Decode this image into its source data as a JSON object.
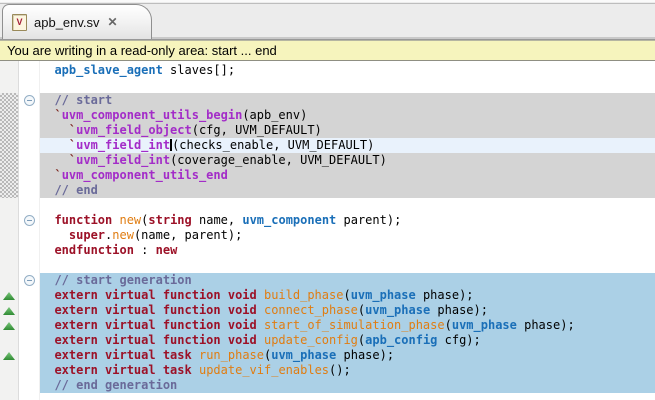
{
  "tab": {
    "title": "apb_env.sv",
    "close_icon": "✕",
    "file_icon": "sv-file-icon",
    "file_icon_letter": "V"
  },
  "warning": {
    "text": "You are writing in a read-only area: start ... end"
  },
  "colors": {
    "readonly_block_bg": "#d4d4d4",
    "selection_block_bg": "#abd0e6",
    "current_line_bg": "#e9f2fc",
    "warning_bg": "#f6f4bd",
    "keyword": "#9c1127",
    "type": "#1a6fb8",
    "function_name": "#e07d12",
    "macro": "#a32cc8",
    "comment": "#6a6a99",
    "override_marker": "#2f8b33"
  },
  "editor": {
    "lines": [
      {
        "tokens": [
          [
            "p",
            "  "
          ],
          [
            "type",
            "apb_slave_agent"
          ],
          [
            "p",
            " slaves[];"
          ]
        ]
      },
      {
        "tokens": []
      },
      {
        "region": "gray",
        "gutter": "fold",
        "tokens": [
          [
            "p",
            "  "
          ],
          [
            "c",
            "// start"
          ]
        ]
      },
      {
        "region": "gray",
        "tokens": [
          [
            "p",
            "  "
          ],
          [
            "tick",
            "`"
          ],
          [
            "m",
            "uvm_component_utils_begin"
          ],
          [
            "p",
            "(apb_env)"
          ]
        ]
      },
      {
        "region": "gray",
        "tokens": [
          [
            "p",
            "    "
          ],
          [
            "tick",
            "`"
          ],
          [
            "m",
            "uvm_field_object"
          ],
          [
            "p",
            "(cfg, UVM_DEFAULT)"
          ]
        ]
      },
      {
        "region": "gray",
        "current": true,
        "tokens": [
          [
            "p",
            "    "
          ],
          [
            "tick",
            "`"
          ],
          [
            "m",
            "uvm_field_int"
          ],
          [
            "cursor",
            ""
          ],
          [
            "p",
            "(checks_enable, UVM_DEFAULT)"
          ]
        ]
      },
      {
        "region": "gray",
        "tokens": [
          [
            "p",
            "    "
          ],
          [
            "tick",
            "`"
          ],
          [
            "m",
            "uvm_field_int"
          ],
          [
            "p",
            "(coverage_enable, UVM_DEFAULT)"
          ]
        ]
      },
      {
        "region": "gray",
        "tokens": [
          [
            "p",
            "  "
          ],
          [
            "tick",
            "`"
          ],
          [
            "m",
            "uvm_component_utils_end"
          ]
        ]
      },
      {
        "region": "gray",
        "tokens": [
          [
            "p",
            "  "
          ],
          [
            "c",
            "// end"
          ]
        ]
      },
      {
        "tokens": []
      },
      {
        "gutter": "fold",
        "tokens": [
          [
            "p",
            "  "
          ],
          [
            "k",
            "function"
          ],
          [
            "p",
            " "
          ],
          [
            "f",
            "new"
          ],
          [
            "p",
            "("
          ],
          [
            "k",
            "string"
          ],
          [
            "p",
            " name, "
          ],
          [
            "type",
            "uvm_component"
          ],
          [
            "p",
            " parent);"
          ]
        ]
      },
      {
        "tokens": [
          [
            "p",
            "    "
          ],
          [
            "k",
            "super"
          ],
          [
            "p",
            "."
          ],
          [
            "f",
            "new"
          ],
          [
            "p",
            "(name, parent);"
          ]
        ]
      },
      {
        "tokens": [
          [
            "p",
            "  "
          ],
          [
            "k",
            "endfunction"
          ],
          [
            "p",
            " : "
          ],
          [
            "k",
            "new"
          ]
        ]
      },
      {
        "tokens": []
      },
      {
        "region": "blue",
        "gutter": "fold",
        "tokens": [
          [
            "p",
            "  "
          ],
          [
            "c",
            "// start generation"
          ]
        ]
      },
      {
        "region": "blue",
        "gutter": "tri",
        "tokens": [
          [
            "p",
            "  "
          ],
          [
            "k",
            "extern virtual function void"
          ],
          [
            "p",
            " "
          ],
          [
            "f",
            "build_phase"
          ],
          [
            "p",
            "("
          ],
          [
            "type",
            "uvm_phase"
          ],
          [
            "p",
            " phase);"
          ]
        ]
      },
      {
        "region": "blue",
        "gutter": "tri",
        "tokens": [
          [
            "p",
            "  "
          ],
          [
            "k",
            "extern virtual function void"
          ],
          [
            "p",
            " "
          ],
          [
            "f",
            "connect_phase"
          ],
          [
            "p",
            "("
          ],
          [
            "type",
            "uvm_phase"
          ],
          [
            "p",
            " phase);"
          ]
        ]
      },
      {
        "region": "blue",
        "gutter": "tri",
        "tokens": [
          [
            "p",
            "  "
          ],
          [
            "k",
            "extern virtual function void"
          ],
          [
            "p",
            " "
          ],
          [
            "f",
            "start_of_simulation_phase"
          ],
          [
            "p",
            "("
          ],
          [
            "type",
            "uvm_phase"
          ],
          [
            "p",
            " phase);"
          ]
        ]
      },
      {
        "region": "blue",
        "tokens": [
          [
            "p",
            "  "
          ],
          [
            "k",
            "extern virtual function void"
          ],
          [
            "p",
            " "
          ],
          [
            "f",
            "update_config"
          ],
          [
            "p",
            "("
          ],
          [
            "type",
            "apb_config"
          ],
          [
            "p",
            " cfg);"
          ]
        ]
      },
      {
        "region": "blue",
        "gutter": "tri",
        "tokens": [
          [
            "p",
            "  "
          ],
          [
            "k",
            "extern virtual task"
          ],
          [
            "p",
            " "
          ],
          [
            "f",
            "run_phase"
          ],
          [
            "p",
            "("
          ],
          [
            "type",
            "uvm_phase"
          ],
          [
            "p",
            " phase);"
          ]
        ]
      },
      {
        "region": "blue",
        "tokens": [
          [
            "p",
            "  "
          ],
          [
            "k",
            "extern virtual task"
          ],
          [
            "p",
            " "
          ],
          [
            "f",
            "update_vif_enables"
          ],
          [
            "p",
            "();"
          ]
        ]
      },
      {
        "region": "blue",
        "tokens": [
          [
            "p",
            "  "
          ],
          [
            "c",
            "// end generation"
          ]
        ]
      }
    ]
  }
}
